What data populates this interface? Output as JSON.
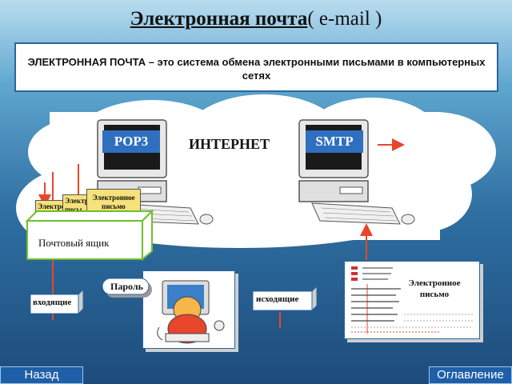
{
  "title": {
    "main": "Электронная почта",
    "suffix": "( e-mail )"
  },
  "definition": "ЭЛЕКТРОННАЯ  ПОЧТА – это система обмена электронными письмами в компьютерных  сетях",
  "internet_label": "ИНТЕРНЕТ",
  "pop3_label": "POP3",
  "smtp_label": "SMTP",
  "letter_label": "Электронное письмо",
  "letter_partial_1": "Электро письм",
  "letter_partial_2": "Электро писы",
  "mailbox_label": "Почтовый ящик",
  "password_label": "Пароль",
  "incoming_label": "входящие",
  "outgoing_label": "исходящие",
  "doc_letter_label": "Электронное письмо",
  "nav": {
    "back": "Назад",
    "contents": "Оглавление"
  },
  "colors": {
    "accent": "#e8462c",
    "mailbox_border": "#6fbf2d",
    "letter_bg": "#f5e27a",
    "button": "#1f5fa8"
  }
}
